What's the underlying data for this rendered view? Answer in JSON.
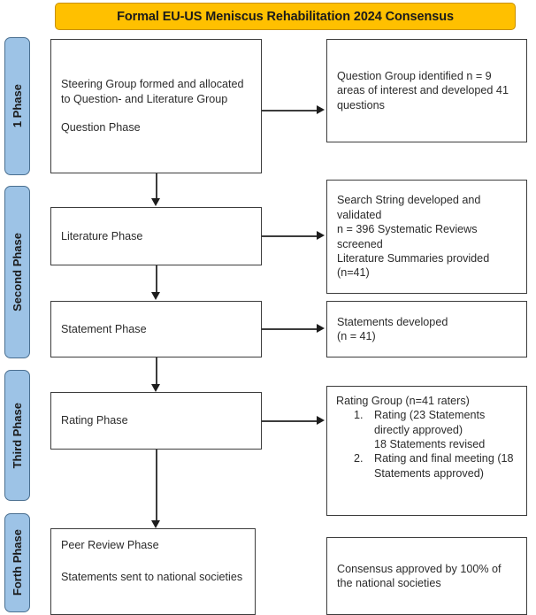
{
  "title": {
    "text": "Formal EU-US Meniscus Rehabilitation 2024 Consensus",
    "background_color": "#FFC000"
  },
  "colors": {
    "banner": "#FFC000",
    "phase_label": "#9DC3E6",
    "box_border": "#3c3c3c",
    "text": "#2b2b2b"
  },
  "phases": [
    {
      "label": "1 Phase"
    },
    {
      "label": "Second Phase"
    },
    {
      "label": "Third Phase"
    },
    {
      "label": "Forth Phase"
    }
  ],
  "boxes": {
    "steering_group": "Steering Group formed and allocated to Question- and Literature Group\n\nQuestion Phase",
    "question_group": "Question Group identified n = 9 areas of interest and developed 41 questions",
    "literature_phase": "Literature Phase",
    "search_string": "Search String developed and validated\nn = 396 Systematic Reviews screened\nLiterature Summaries provided (n=41)",
    "statement_phase": "Statement Phase",
    "statements_developed": "Statements developed\n(n = 41)",
    "rating_phase": "Rating Phase",
    "rating_group_head": "Rating Group (n=41 raters)",
    "rating_group_items": [
      "Rating (23 Statements directly approved)\n18 Statements revised",
      "Rating and final meeting (18 Statements approved)"
    ],
    "peer_review": "Peer Review Phase\n\nStatements sent to national societies",
    "consensus": "Consensus approved by 100% of the national societies"
  }
}
